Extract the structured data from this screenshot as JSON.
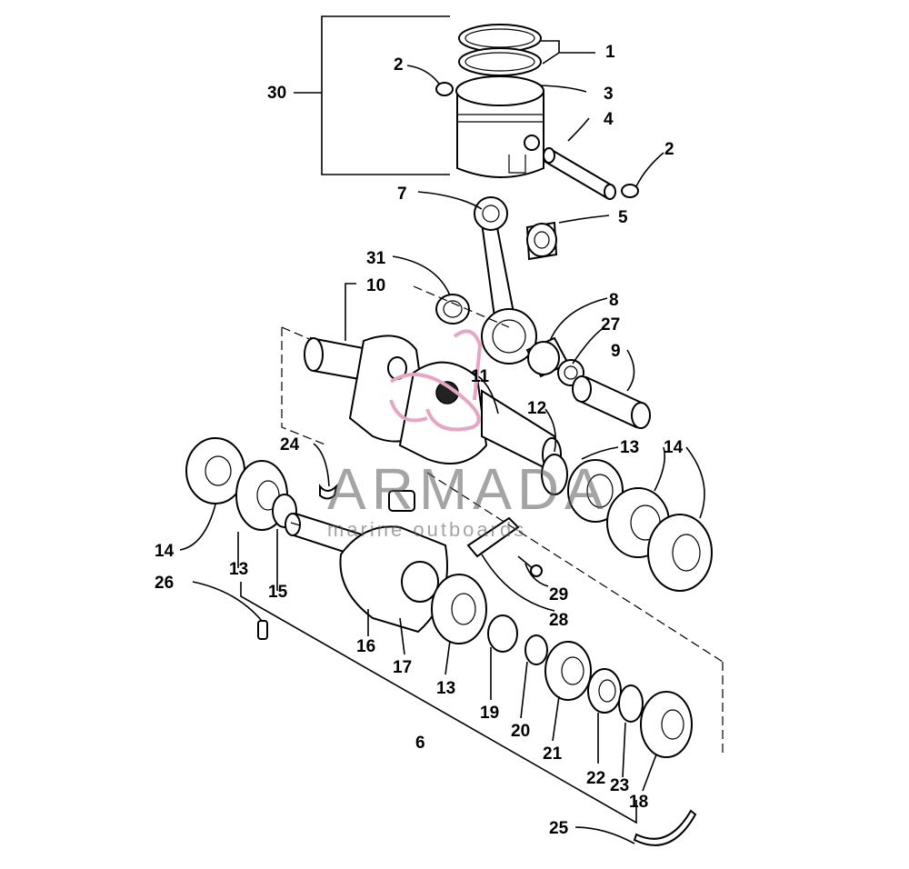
{
  "watermark": {
    "brand": "ARMADA",
    "tagline": "marine outboards",
    "logo_color": "#e5a6c3"
  },
  "callouts": [
    "1",
    "2",
    "2",
    "3",
    "4",
    "5",
    "6",
    "7",
    "8",
    "9",
    "10",
    "11",
    "12",
    "13",
    "13",
    "13",
    "14",
    "14",
    "15",
    "16",
    "17",
    "18",
    "19",
    "20",
    "21",
    "22",
    "23",
    "24",
    "25",
    "26",
    "27",
    "28",
    "29",
    "30",
    "31"
  ]
}
